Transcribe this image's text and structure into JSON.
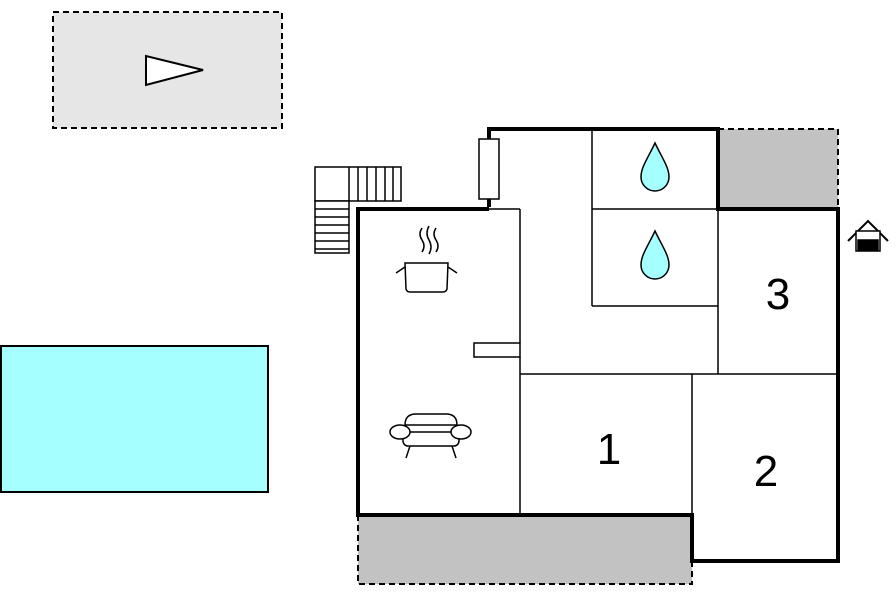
{
  "rooms": {
    "bedroom_1": {
      "number": "1"
    },
    "bedroom_2": {
      "number": "2"
    },
    "bedroom_3": {
      "number": "3"
    }
  },
  "icons": {
    "terrace": "play-triangle-icon",
    "kitchen": "cooking-pot-icon",
    "living_room": "sofa-icon",
    "bathroom_upper": "water-drop-icon",
    "bathroom_lower": "water-drop-icon",
    "entrance": "house-entrance-icon",
    "stairs": "stairs-icon"
  },
  "colors": {
    "wall": "#000000",
    "pool": "#a6ffff",
    "water_drop": "#a6ffff",
    "terrace_light": "#e6e6e6",
    "terrace_dark": "#c2c2c2",
    "floor": "#ffffff"
  }
}
